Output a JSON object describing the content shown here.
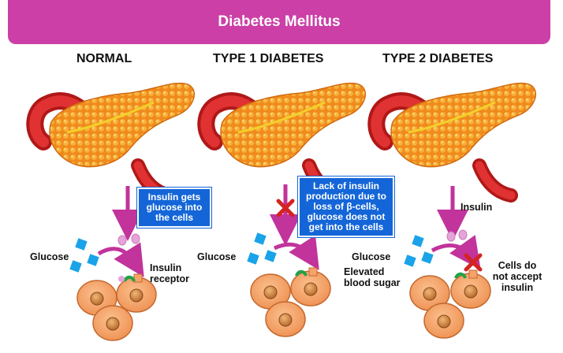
{
  "title": "Diabetes Mellitus",
  "columns": {
    "normal": {
      "heading": "NORMAL",
      "note": "Insulin gets glucose into the cells",
      "glucose_label": "Glucose",
      "receptor_label": "Insulin receptor"
    },
    "type1": {
      "heading": "TYPE 1 DIABETES",
      "note": "Lack of insulin production due to loss of β-cells, glucose does not get into the cells",
      "glucose_label": "Glucose"
    },
    "type2": {
      "heading": "TYPE 2 DIABETES",
      "insulin_label": "Insulin",
      "glucose_label": "Glucose",
      "elevated_label": "Elevated blood sugar",
      "reject_label": "Cells do not accept insulin"
    }
  },
  "colors": {
    "banner": "#cc3fa6",
    "note_box": "#1466d8",
    "arrow": "#c2339b",
    "glucose": "#1aa3e8",
    "insulin": "#e6a3d9",
    "cell": "#f5a36a",
    "receptor": "#1fa34a",
    "block_mark": "#d42323"
  },
  "icons": [
    "pancreas-icon",
    "cell-icon",
    "glucose-icon",
    "insulin-icon",
    "receptor-icon",
    "block-x-icon"
  ]
}
